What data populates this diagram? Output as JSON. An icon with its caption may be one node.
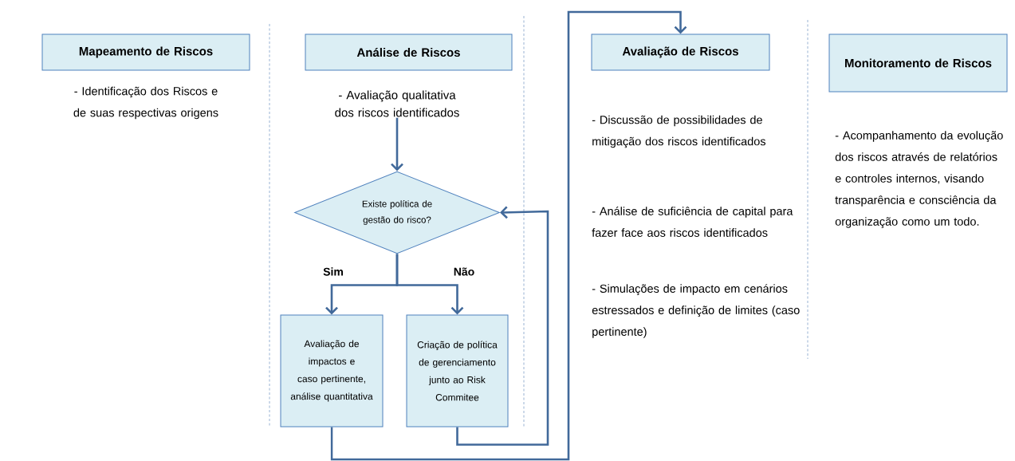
{
  "diagram": {
    "nodes": [
      {
        "text": [
          "Mapeamento de Riscos"
        ]
      },
      {
        "text": [
          "Análise de Riscos"
        ]
      },
      {
        "text": [
          "- Avaliação qualitativa dos riscos identificados"
        ]
      },
      {
        "text": [
          "Existe política de gestão do risco?"
        ]
      },
      {
        "text": [
          "Avaliação de impactos e caso pertinente, análise quantitativa"
        ]
      },
      {
        "text": [
          "Criação de política de gerenciamento junto ao Risk Commitee"
        ]
      },
      {
        "text": [
          "Avaliação de Riscos"
        ]
      },
      {
        "text": [
          "Monitoramento de Riscos"
        ]
      }
    ],
    "edges": [
      {
        "from": 2,
        "to": 3,
        "arrow": "to"
      },
      {
        "from": 3,
        "to": 4,
        "arrow": "to",
        "label": "Sim"
      },
      {
        "from": 3,
        "to": 5,
        "arrow": "to",
        "label": "Não"
      },
      {
        "from": 5,
        "to": 3,
        "arrow": "to"
      },
      {
        "from": 4,
        "to": 6,
        "arrow": "to"
      }
    ],
    "labels": [
      "- Identificação dos Riscos e de suas respectivas origens",
      "- Discussão de possibilidades de mitigação dos riscos identificados",
      "- Análise de suficiência de capital para fazer face aos riscos identificados",
      "- Simulações de impacto em cenários estressados e definição de limites (caso pertinente)",
      "- Acompanhamento da evolução dos riscos através de relatórios e controles internos, visando transparência e consciência da organização como um todo."
    ]
  }
}
